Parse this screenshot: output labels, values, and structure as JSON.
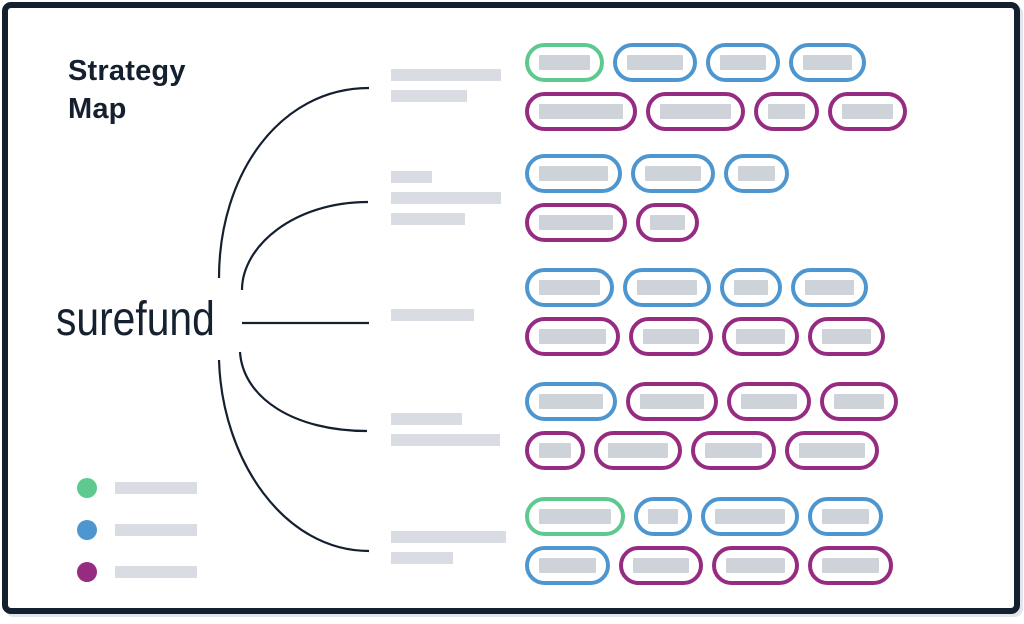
{
  "title": "Strategy Map",
  "brand": "surefund",
  "colors": {
    "frame": "#14202f",
    "connector_line": "#14202f",
    "green": "#5ec98e",
    "blue": "#4e96cf",
    "purple": "#962b82",
    "label_bar_gray": "#d9dce2",
    "pill_bar_gray": "#ced3da"
  },
  "legend": [
    {
      "key": "green",
      "color": "#5ec98e"
    },
    {
      "key": "blue",
      "color": "#4e96cf"
    },
    {
      "key": "purple",
      "color": "#962b82"
    }
  ],
  "branches": [
    {
      "name": "branch-1",
      "label_bars": [
        110,
        76
      ],
      "rows": [
        [
          {
            "c": "green",
            "w": 79
          },
          {
            "c": "blue",
            "w": 84
          },
          {
            "c": "blue",
            "w": 74
          },
          {
            "c": "blue",
            "w": 77
          }
        ],
        [
          {
            "c": "purple",
            "w": 112
          },
          {
            "c": "purple",
            "w": 99
          },
          {
            "c": "purple",
            "w": 65
          },
          {
            "c": "purple",
            "w": 79
          }
        ]
      ]
    },
    {
      "name": "branch-2",
      "label_bars": [
        41,
        110,
        74
      ],
      "rows": [
        [
          {
            "c": "blue",
            "w": 97
          },
          {
            "c": "blue",
            "w": 84
          },
          {
            "c": "blue",
            "w": 65
          }
        ],
        [
          {
            "c": "purple",
            "w": 102
          },
          {
            "c": "purple",
            "w": 63
          }
        ]
      ]
    },
    {
      "name": "branch-3",
      "label_bars": [
        83
      ],
      "rows": [
        [
          {
            "c": "blue",
            "w": 89
          },
          {
            "c": "blue",
            "w": 88
          },
          {
            "c": "blue",
            "w": 62
          },
          {
            "c": "blue",
            "w": 77
          }
        ],
        [
          {
            "c": "purple",
            "w": 95
          },
          {
            "c": "purple",
            "w": 84
          },
          {
            "c": "purple",
            "w": 77
          },
          {
            "c": "purple",
            "w": 77
          }
        ]
      ]
    },
    {
      "name": "branch-4",
      "label_bars": [
        71,
        109
      ],
      "rows": [
        [
          {
            "c": "blue",
            "w": 92
          },
          {
            "c": "purple",
            "w": 92
          },
          {
            "c": "purple",
            "w": 84
          },
          {
            "c": "purple",
            "w": 78
          }
        ],
        [
          {
            "c": "purple",
            "w": 60
          },
          {
            "c": "purple",
            "w": 88
          },
          {
            "c": "purple",
            "w": 85
          },
          {
            "c": "purple",
            "w": 94
          }
        ]
      ]
    },
    {
      "name": "branch-5",
      "label_bars": [
        115,
        62
      ],
      "rows": [
        [
          {
            "c": "green",
            "w": 100
          },
          {
            "c": "blue",
            "w": 58
          },
          {
            "c": "blue",
            "w": 98
          },
          {
            "c": "blue",
            "w": 75
          }
        ],
        [
          {
            "c": "blue",
            "w": 85
          },
          {
            "c": "purple",
            "w": 84
          },
          {
            "c": "purple",
            "w": 87
          },
          {
            "c": "purple",
            "w": 85
          }
        ]
      ]
    }
  ]
}
